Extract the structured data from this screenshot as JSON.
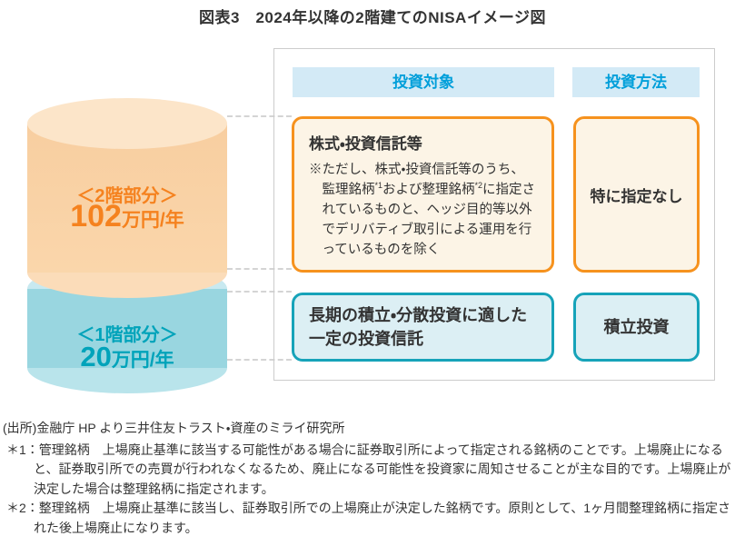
{
  "title": "図表3　2024年以降の2階建てのNISAイメージ図",
  "cylinder": {
    "tier2": {
      "label": "＜2階部分＞",
      "amount_value": "102",
      "amount_unit": "万円/年"
    },
    "tier1": {
      "label": "＜1階部分＞",
      "amount_value": "20",
      "amount_unit": "万円/年"
    }
  },
  "panel": {
    "headers": {
      "target": "投資対象",
      "method": "投資方法"
    },
    "tier2_row": {
      "target_title": "株式・投資信託等",
      "target_note_parts": [
        "※ただし、株式・投資信託等のうち、監理銘柄",
        "*1",
        "および整理銘柄",
        "*2",
        "に指定されているものと、ヘッジ目的等以外でデリバティブ取引による運用を行っているものを除く"
      ],
      "method": "特に指定なし"
    },
    "tier1_row": {
      "target": "長期の積立・分散投資に適した一定の投資信託",
      "method": "積立投資"
    }
  },
  "footer": {
    "source": "(出所)金融庁 HP より三井住友トラスト・資産のミライ研究所",
    "footnote1": "＊1：管理銘柄　上場廃止基準に該当する可能性がある場合に証券取引所によって指定される銘柄のことです。上場廃止になると、証券取引所での売買が行われなくなるため、廃止になる可能性を投資家に周知させることが主な目的です。上場廃止が決定した場合は整理銘柄に指定されます。",
    "footnote2": "＊2：整理銘柄　上場廃止基準に該当し、証券取引所での上場廃止が決定した銘柄です。原則として、1ヶ月間整理銘柄に指定された後上場廃止になります。"
  },
  "colors": {
    "accent-orange": "#F6921E",
    "accent-teal": "#16A3B9",
    "text-orange": "#F5821F",
    "text-teal": "#00A3BA",
    "header-blue": "#009FDA",
    "header-bg": "#D3EAF6",
    "cream-bg": "#FCF4E6",
    "tealbox-bg": "#DCEFF4"
  }
}
